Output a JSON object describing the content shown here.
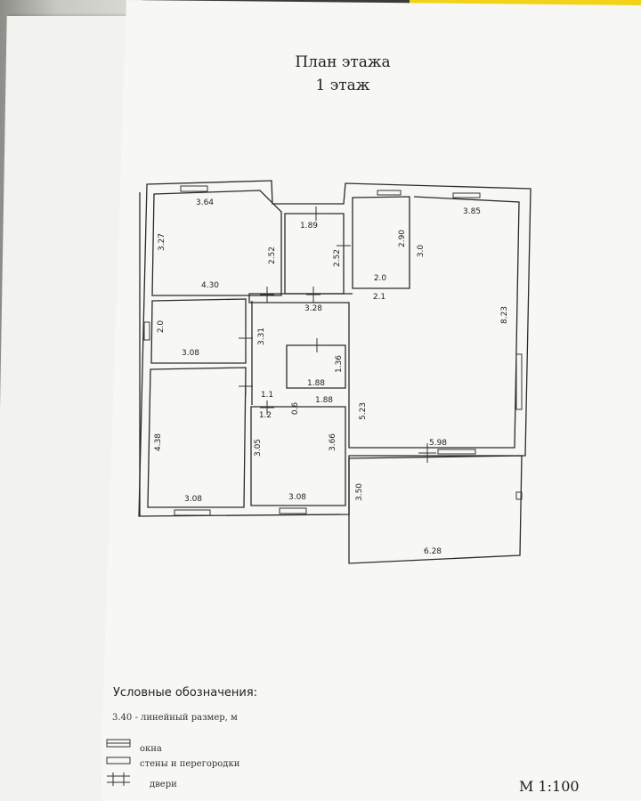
{
  "title": {
    "line1": "План этажа",
    "line2": "1 этаж"
  },
  "dimensions": [
    "3.64",
    "3.27",
    "2.52",
    "4.30",
    "1.89",
    "2.52",
    "2.90",
    "2.0",
    "3.0",
    "3.85",
    "2.1",
    "3.28",
    "2.0",
    "3.08",
    "3.31",
    "1.36",
    "1.88",
    "8.23",
    "1.1",
    "1.2",
    "0.6",
    "1.88",
    "5.23",
    "4.38",
    "3.05",
    "3.66",
    "5.98",
    "3.08",
    "3.08",
    "3.50",
    "6.28"
  ],
  "legend": {
    "title": "Условные обозначения:",
    "dimension_note": "3.40 - линейный размер, м",
    "windows": "окна",
    "walls": "стены и перегородки",
    "doors": "двери"
  },
  "scale": "М 1:100"
}
